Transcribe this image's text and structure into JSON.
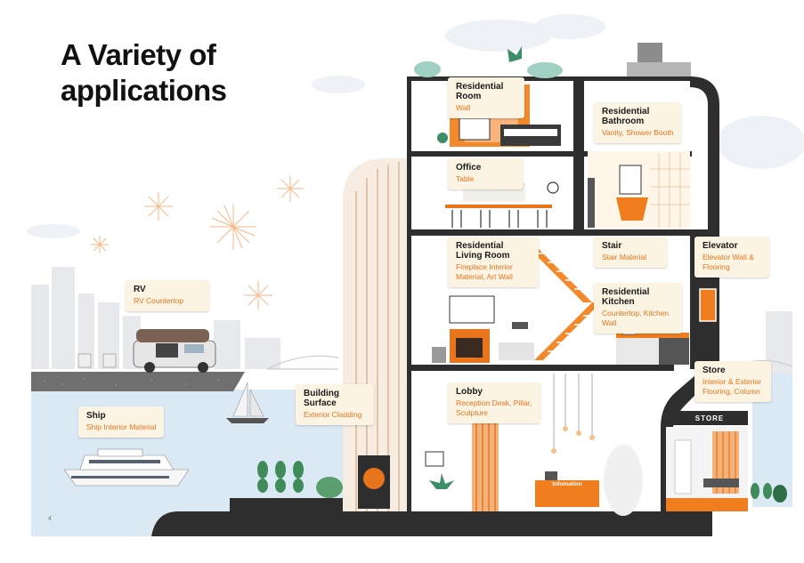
{
  "title": {
    "line1": "A Variety of",
    "line2": "applications"
  },
  "page_number": "4",
  "store_sign": "STORE",
  "info_sign": "Infomation",
  "colors": {
    "accent": "#f07d1e",
    "dark": "#2e2e2e",
    "callout_bg": "#fbf4e3",
    "sea": "#dbe9f4"
  },
  "callouts": [
    {
      "title": "Residential Room",
      "subtitle": "Wall"
    },
    {
      "title": "Residential Bathroom",
      "subtitle": "Vanity, Shower Booth"
    },
    {
      "title": "Office",
      "subtitle": "Table"
    },
    {
      "title": "Residential Living Room",
      "subtitle": "Fireplace Interior Material, Art Wall"
    },
    {
      "title": "Stair",
      "subtitle": "Stair Material"
    },
    {
      "title": "Elevator",
      "subtitle": "Elevator Wall & Flooring"
    },
    {
      "title": "Residential Kitchen",
      "subtitle": "Countertop, Kitchen Wall"
    },
    {
      "title": "RV",
      "subtitle": "RV Countertop"
    },
    {
      "title": "Building Surface",
      "subtitle": "Exterior Cladding"
    },
    {
      "title": "Lobby",
      "subtitle": "Reception Desk, Pillar, Sculpture"
    },
    {
      "title": "Store",
      "subtitle": "Interior & Exterior Flooring, Column"
    },
    {
      "title": "Ship",
      "subtitle": "Ship Interior Material"
    }
  ]
}
